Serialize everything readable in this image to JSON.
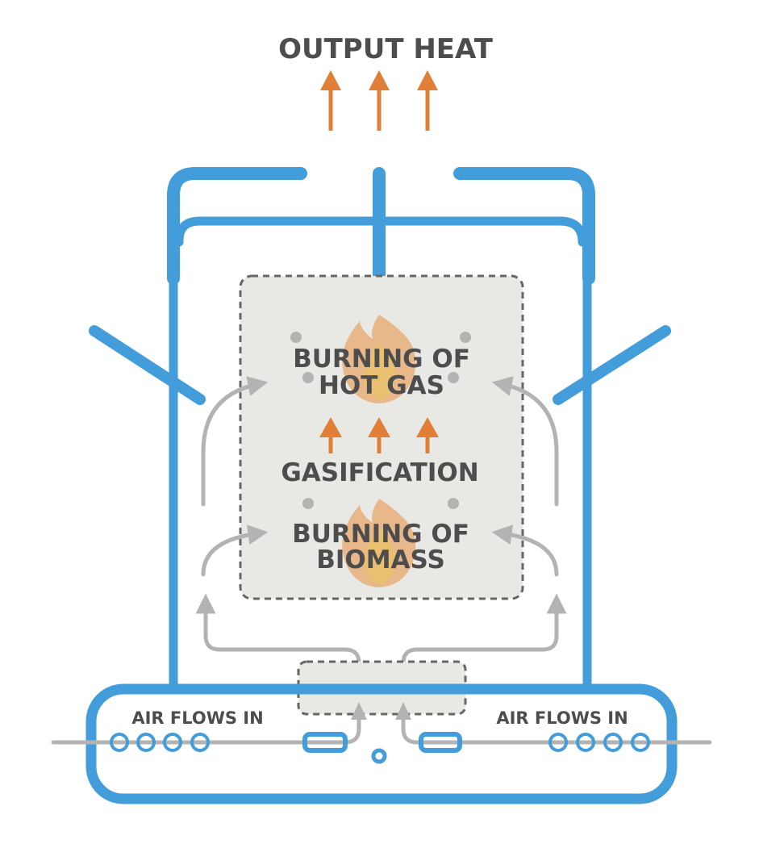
{
  "title": "OUTPUT HEAT",
  "chamber": {
    "top_label_line1": "BURNING OF",
    "top_label_line2": "HOT GAS",
    "middle_label": "GASIFICATION",
    "bottom_label_line1": "BURNING OF",
    "bottom_label_line2": "BIOMASS"
  },
  "base": {
    "left_label": "AIR FLOWS IN",
    "right_label": "AIR FLOWS IN"
  },
  "colors": {
    "frame": "#449ddb",
    "heat_arrow": "#e07f35",
    "air_arrow": "#b3b3b3",
    "text": "#4d4d4d",
    "chamber_fill": "#e8e8e5"
  },
  "icons": [
    "flame-icon",
    "arrow-up-icon"
  ]
}
